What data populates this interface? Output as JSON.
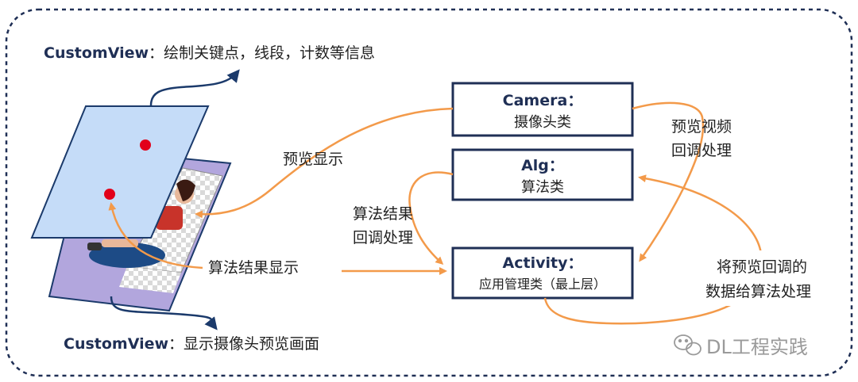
{
  "top_note": {
    "title": "CustomView",
    "desc": "：绘制关键点，线段，计数等信息"
  },
  "bottom_note": {
    "title": "CustomView",
    "desc": "：显示摄像头预览画面"
  },
  "boxes": {
    "camera": {
      "title": "Camera：",
      "subtitle": "摄像头类"
    },
    "alg": {
      "title": "Alg：",
      "subtitle": "算法类"
    },
    "activity": {
      "title": "Activity：",
      "subtitle": "应用管理类（最上层）"
    }
  },
  "labels": {
    "preview_display": "预览显示",
    "preview_video_1": "预览视频",
    "preview_video_2": "回调处理",
    "alg_result_1": "算法结果",
    "alg_result_2": "回调处理",
    "alg_result_display": "算法结果显示",
    "forward_1": "将预览回调的",
    "forward_2": "数据给算法处理"
  },
  "watermark": "DL工程实践",
  "colors": {
    "arrow": "#f39a4a",
    "navy": "#1b3a6b",
    "box_border": "#1f2f55"
  }
}
